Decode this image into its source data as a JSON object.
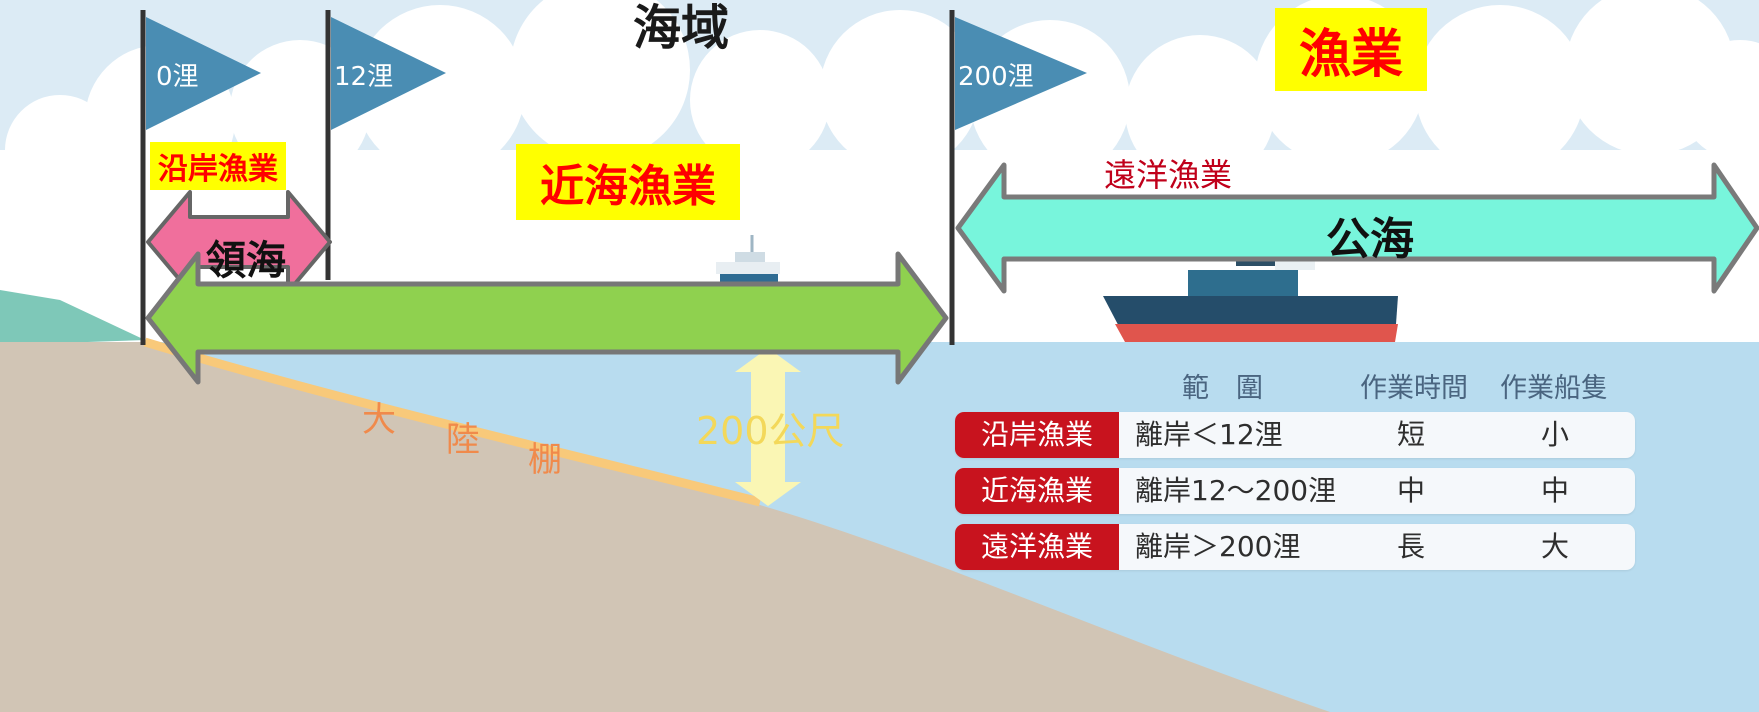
{
  "titles": {
    "sea_area": "海域",
    "fishery": "漁業"
  },
  "flags": {
    "f0": "0浬",
    "f12": "12浬",
    "f200": "200浬"
  },
  "fishery_labels": {
    "coastal": "沿岸漁業",
    "offshore": "近海漁業",
    "distant": "遠洋漁業"
  },
  "zones": {
    "territorial_sea": "領海",
    "high_seas": "公海"
  },
  "continental_shelf": [
    "大",
    "陸",
    "棚"
  ],
  "depth_label": "200公尺",
  "table": {
    "headers": {
      "range": "範　圍",
      "time": "作業時間",
      "vessel": "作業船隻"
    },
    "rows": [
      {
        "name": "沿岸漁業",
        "range": "離岸＜12浬",
        "time": "短",
        "vessel": "小"
      },
      {
        "name": "近海漁業",
        "range": "離岸12～200浬",
        "time": "中",
        "vessel": "中"
      },
      {
        "name": "遠洋漁業",
        "range": "離岸＞200浬",
        "time": "長",
        "vessel": "大"
      }
    ]
  },
  "colors": {
    "sky": "#dcebf5",
    "sea": "#b8dcef",
    "land": "#d1c5b5",
    "shelf_band": "#f8c97a",
    "flag": "#4a8db3",
    "pole": "#333333",
    "green_arrow": "#8fd14f",
    "pink_arrow": "#f06f9c",
    "cyan_arrow": "#78f5dc",
    "highlight": "#ffff00",
    "red_text": "#ff0000",
    "table_badge": "#c8131e"
  }
}
